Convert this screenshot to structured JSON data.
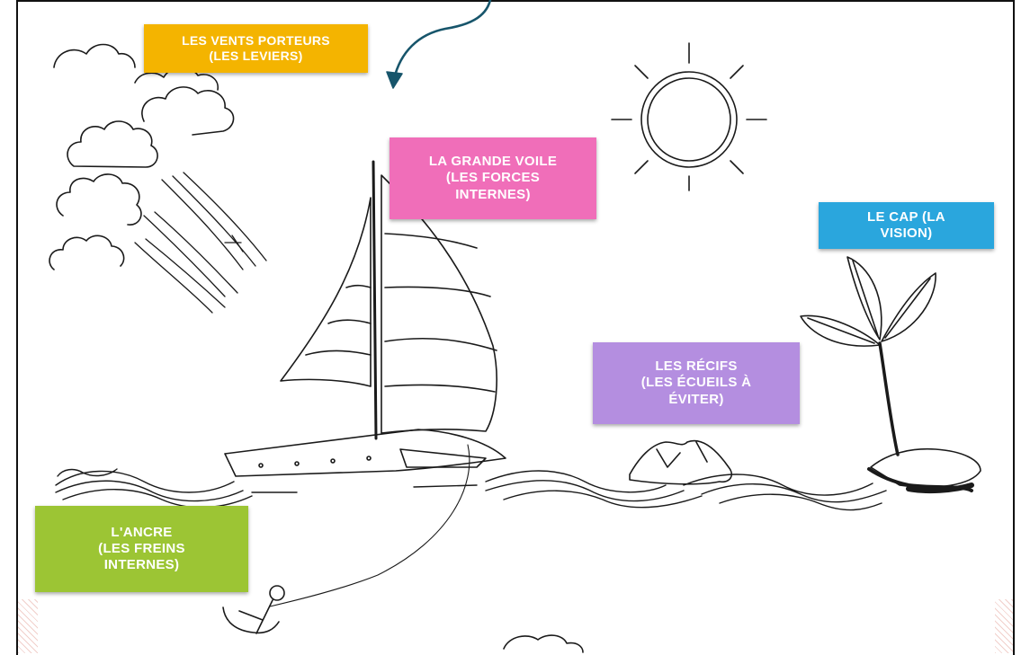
{
  "colors": {
    "vents": "#f4b400",
    "voile": "#f06eb9",
    "cap": "#2aa6dd",
    "recifs": "#b48ee0",
    "ancre": "#9cc534",
    "arrow": "#17556b",
    "ink": "#1a1a1a"
  },
  "labels": {
    "vents": [
      "LES VENTS PORTEURS",
      "(LES LEVIERS)"
    ],
    "voile": [
      "LA GRANDE VOILE",
      "(LES FORCES",
      "INTERNES)"
    ],
    "cap": [
      "LE CAP (LA",
      "VISION)"
    ],
    "recifs": [
      "LES RÉCIFS",
      "(LES ÉCUEILS À",
      "ÉVITER)"
    ],
    "ancre": [
      "L'ANCRE",
      "(LES FREINS",
      "INTERNES)"
    ]
  },
  "icons": [
    "cloud-icon",
    "sun-icon",
    "sailboat-icon",
    "palm-island-icon",
    "reef-rocks-icon",
    "anchor-icon",
    "waves-icon",
    "curved-arrow-icon"
  ]
}
